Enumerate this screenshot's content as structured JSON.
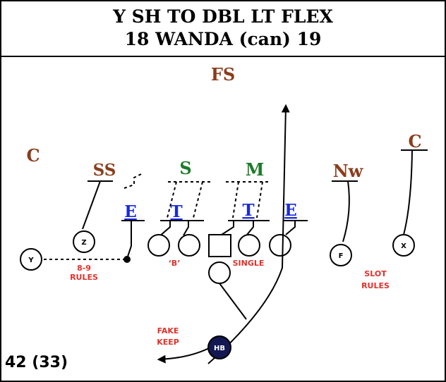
{
  "title": {
    "line1": "Y SH TO DBL LT FLEX",
    "line2": "18 WANDA (can) 19"
  },
  "defense": {
    "fs": "FS",
    "c_left": "C",
    "ss": "SS",
    "s": "S",
    "m": "M",
    "nw": "Nw",
    "c_right": "C",
    "e_left": "E",
    "t_left": "T",
    "t_right": "T",
    "e_right": "E"
  },
  "offense": {
    "y": "Y",
    "z": "Z",
    "f": "F",
    "x": "X",
    "hb": "HB"
  },
  "notes": {
    "rules_89_line1": "8-9",
    "rules_89_line2": "RULES",
    "b_tag": "‘B’",
    "single": "SINGLE",
    "slot_line1": "SLOT",
    "slot_line2": "RULES",
    "fake_line1": "FAKE",
    "fake_line2": "KEEP"
  },
  "play_number": "42 (33)",
  "colors": {
    "brown": "#8a3d1c",
    "green": "#1f7a2a",
    "blue": "#1a2ad8",
    "red": "#e0322a",
    "navy": "#141852",
    "black": "#000000"
  }
}
